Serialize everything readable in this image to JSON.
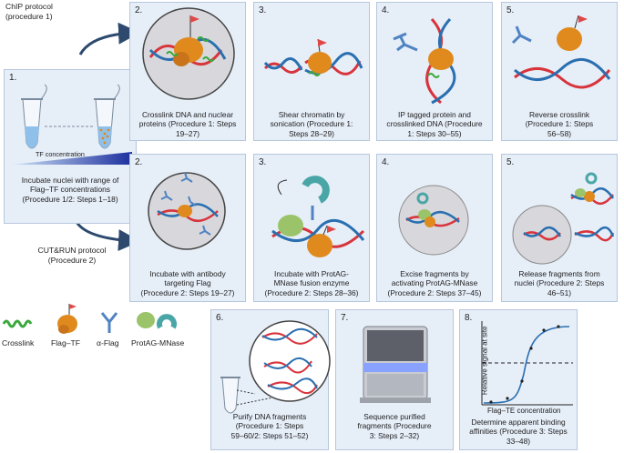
{
  "chip_label": "ChIP protocol\n(procedure 1)",
  "cutrun_label": "CUT&RUN protocol\n(Procedure 2)",
  "step1": {
    "num": "1.",
    "gradient_label": "TF concentration",
    "caption": "Incubate nuclei with range of\nFlag–TF concentrations\n(Procedure 1/2: Steps 1–18)"
  },
  "chip_steps": [
    {
      "num": "2.",
      "caption": "Crosslink DNA and nuclear\nproteins (Procedure 1: Steps\n19–27)"
    },
    {
      "num": "3.",
      "caption": "Shear chromatin by\nsonication (Procedure 1:\nSteps 28–29)"
    },
    {
      "num": "4.",
      "caption": "IP tagged protein and\ncrosslinked DNA (Procedure\n1: Steps 30–55)"
    },
    {
      "num": "5.",
      "caption": "Reverse crosslink\n(Procedure 1: Steps\n56–58)"
    }
  ],
  "cutrun_steps": [
    {
      "num": "2.",
      "caption": "Incubate with antibody\ntargeting Flag\n(Procedure 2: Steps 19–27)"
    },
    {
      "num": "3.",
      "caption": "Incubate with ProtAG-\nMNase fusion enzyme\n(Procedure 2: Steps 28–36)"
    },
    {
      "num": "4.",
      "caption": "Excise fragments by\nactivating ProtAG-MNase\n(Procedure 2: Steps 37–45)"
    },
    {
      "num": "5.",
      "caption": "Release fragments from\nnuclei (Procedure 2: Steps\n46–51)"
    }
  ],
  "final_steps": [
    {
      "num": "6.",
      "caption": "Purify DNA fragments\n(Procedure 1: Steps\n59–60/2: Steps 51–52)"
    },
    {
      "num": "7.",
      "caption": "Sequence purified\nfragments (Procedure\n3: Steps 2–32)"
    },
    {
      "num": "8.",
      "caption": "Determine apparent binding\naffinities (Procedure 3: Steps\n33–48)"
    }
  ],
  "plot": {
    "ylabel": "Relative signal at site",
    "xlabel": "Flag–TE concentration"
  },
  "legend": [
    {
      "label": "Crosslink"
    },
    {
      "label": "Flag–TF"
    },
    {
      "label": "α-Flag"
    },
    {
      "label": "ProtAG-MNase"
    }
  ],
  "colors": {
    "panel_bg": "#e6eef8",
    "panel_border": "#b7c7dc",
    "arrow": "#2d4a6e",
    "dna_red": "#d8343c",
    "dna_blue": "#2a6fb0",
    "protein_orange": "#e08a1e",
    "crosslink_green": "#3aa83a",
    "antibody_blue": "#4f83c2",
    "mnase_green": "#9bc46a",
    "mnase_teal": "#4aa6a6",
    "flag_red": "#e04848",
    "curve": "#2a6fb0"
  }
}
